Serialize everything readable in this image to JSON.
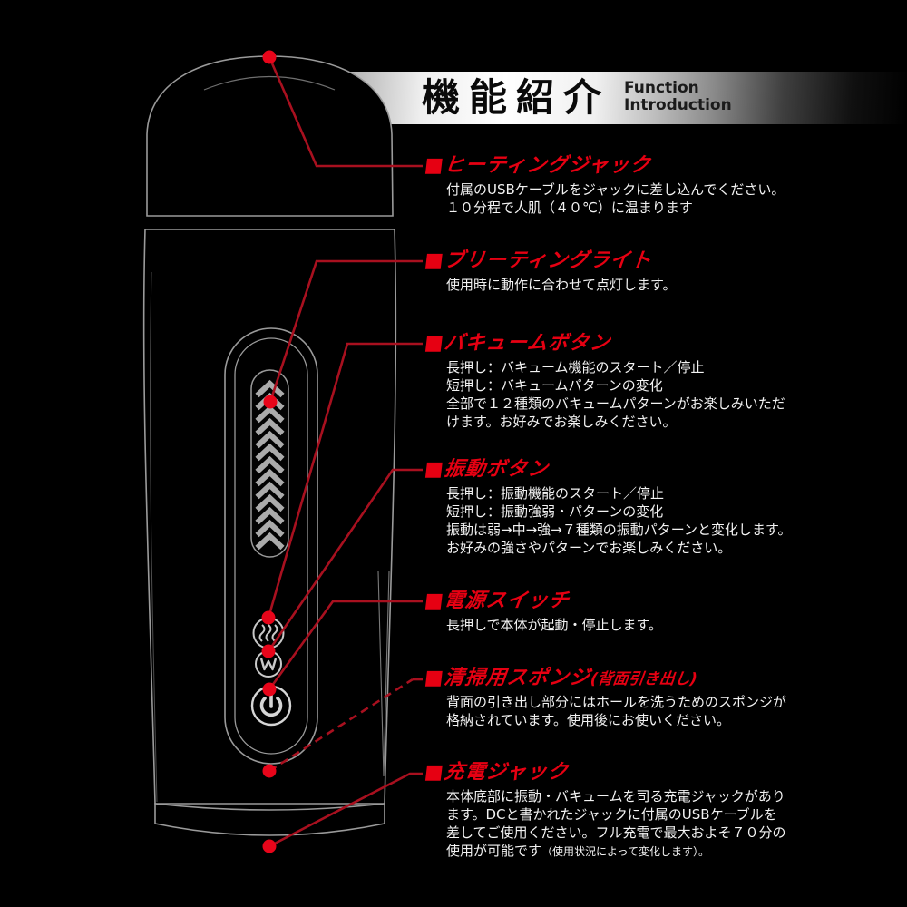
{
  "banner": {
    "title": "機能紹介",
    "subtitle_line1": "Function",
    "subtitle_line2": "Introduction"
  },
  "features": [
    {
      "heading": "■ヒーティングジャック",
      "body": "付属のUSBケーブルをジャックに差し込んでください。\n１０分程で人肌（４０℃）に温まります"
    },
    {
      "heading": "■ブリーティングライト",
      "body": "使用時に動作に合わせて点灯します。"
    },
    {
      "heading": "■バキュームボタン",
      "body": "長押し：バキューム機能のスタート／停止\n短押し：バキュームパターンの変化\n全部で１２種類のバキュームパターンがお楽しみいただ\nけます。お好みでお楽しみください。"
    },
    {
      "heading": "■振動ボタン",
      "body": "長押し：振動機能のスタート／停止\n短押し：振動強弱・パターンの変化\n振動は弱→中→強→７種類の振動パターンと変化します。\nお好みの強さやパターンでお楽しみください。"
    },
    {
      "heading": "■電源スイッチ",
      "body": "長押しで本体が起動・停止します。"
    },
    {
      "heading": "■清掃用スポンジ",
      "heading_note": "(背面引き出し)",
      "body": "背面の引き出し部分にはホールを洗うためのスポンジが\n格納されています。使用後にお使いください。"
    },
    {
      "heading": "■充電ジャック",
      "body": "本体底部に振動・バキュームを司る充電ジャックがあり\nます。DCと書かれたジャックに付属のUSBケーブルを\n差してご使用ください。フル充電で最大およそ７０分の\n使用が可能です",
      "body_note": "（使用状況によって変化します）。"
    }
  ],
  "device": {
    "chevron_count": 13,
    "buttons": [
      {
        "icon": "suction-waves-icon"
      },
      {
        "icon": "vibration-w-icon"
      },
      {
        "icon": "power-icon"
      }
    ]
  },
  "colors": {
    "background": "#000000",
    "heading_red": "#e60012",
    "callout_line": "#a8101f",
    "callout_dot": "#e8051a",
    "device_outline": "#9a9a9a",
    "body_text": "#f2f2f2"
  }
}
